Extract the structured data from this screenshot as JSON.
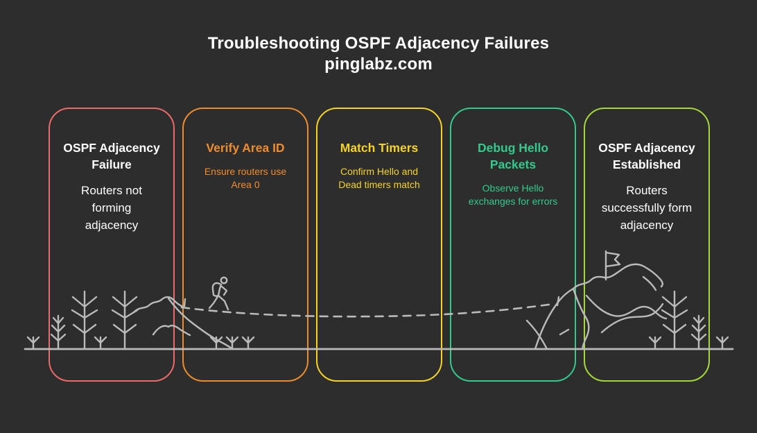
{
  "title": {
    "line1": "Troubleshooting OSPF Adjacency Failures",
    "line2": "pinglabz.com"
  },
  "colors": {
    "background": "#2d2d2d",
    "title_text": "#ffffff"
  },
  "steps": [
    {
      "heading": "OSPF Adjacency Failure",
      "body": "Routers not forming adjacency",
      "accent": "#ec6a6a",
      "heading_color": "#ffffff",
      "body_color": "#ffffff"
    },
    {
      "heading": "Verify Area ID",
      "body": "Ensure routers use Area 0",
      "accent": "#ee8d2e",
      "heading_color": "#ee8d2e",
      "body_color": "#ee8d2e"
    },
    {
      "heading": "Match Timers",
      "body": "Confirm Hello and Dead timers match",
      "accent": "#f5d327",
      "heading_color": "#f5d327",
      "body_color": "#f5d327"
    },
    {
      "heading": "Debug Hello Packets",
      "body": "Observe Hello exchanges for errors",
      "accent": "#33cb8d",
      "heading_color": "#33cb8d",
      "body_color": "#33cb8d"
    },
    {
      "heading": "OSPF Adjacency Established",
      "body": "Routers successfully form adjacency",
      "accent": "#a5d839",
      "heading_color": "#ffffff",
      "body_color": "#ffffff"
    }
  ],
  "scene": {
    "stroke_color": "#bbbbbb",
    "elements": [
      "ground-line",
      "pine-trees",
      "sprouts",
      "mountain-with-descent",
      "hiker",
      "dashed-trail",
      "mountain-with-summit-flag"
    ]
  }
}
